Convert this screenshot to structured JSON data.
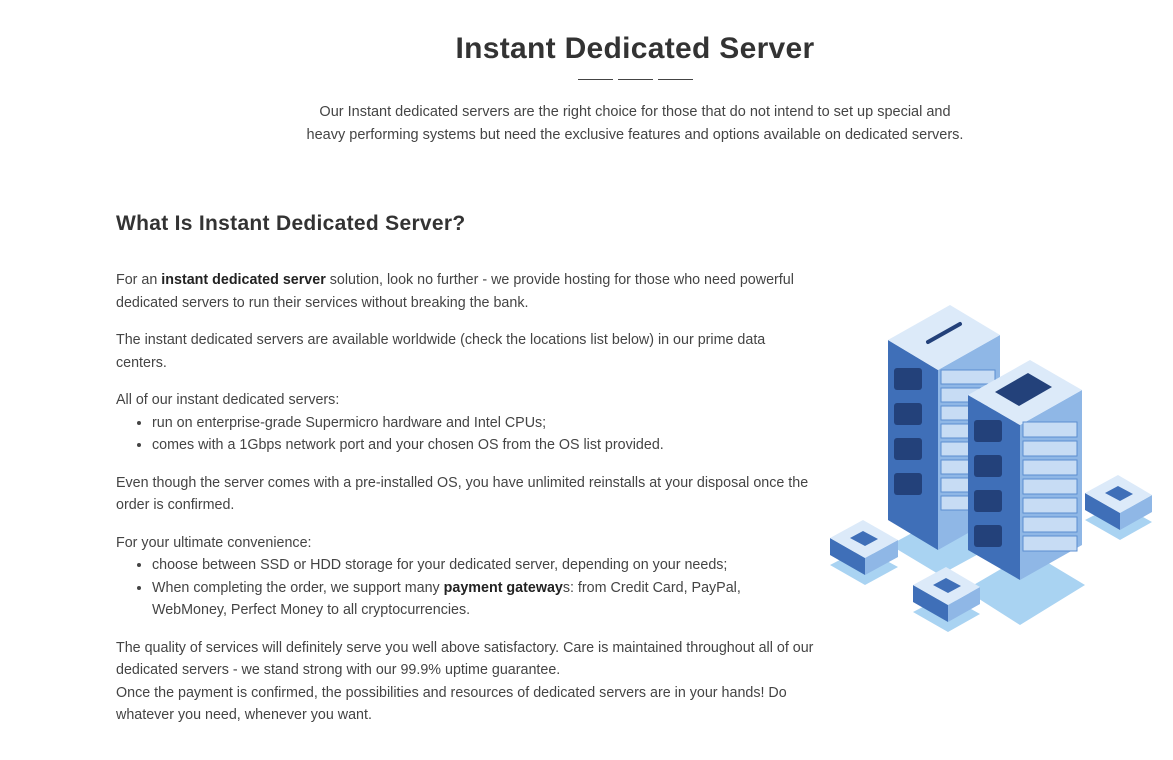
{
  "header": {
    "title": "Instant Dedicated Server",
    "intro": "Our Instant dedicated servers are the right choice for those that do not intend to set up special and heavy performing systems but need the exclusive features and options available on dedicated servers."
  },
  "section": {
    "heading": "What Is Instant Dedicated Server?",
    "p1": {
      "before": "For an ",
      "bold": "instant dedicated server",
      "after": " solution, look no further - we provide hosting for those who need powerful dedicated servers to run their services without breaking the bank."
    },
    "p2": "The instant dedicated servers are available worldwide (check the locations list below) in our prime data centers.",
    "list1_intro": "All of our instant dedicated servers:",
    "list1": [
      "run on enterprise-grade Supermicro hardware and Intel CPUs;",
      "comes with a 1Gbps network port and your chosen OS from the OS list provided."
    ],
    "p3": "Even though the server comes with a pre-installed OS, you have unlimited reinstalls at your disposal once the order is confirmed.",
    "list2_intro": "For your ultimate convenience:",
    "list2_item1": "choose between SSD or HDD storage for your dedicated server, depending on your needs;",
    "list2_item2": {
      "before": "When completing the order, we support many ",
      "bold": "payment gateway",
      "after": "s: from Credit Card, PayPal, WebMoney, Perfect Money to all cryptocurrencies."
    },
    "p4a": "The quality of services will definitely serve you well above satisfactory. Care is maintained throughout all of our dedicated servers - we stand strong with our 99.9% uptime guarantee.",
    "p4b": "Once the payment is confirmed, the possibilities and resources of dedicated servers are in your hands! Do whatever you need, whenever you want."
  },
  "colors": {
    "dark_blue": "#2b4f8c",
    "mid_blue": "#5b8ed0",
    "light_blue": "#a9cdf0",
    "base_blue": "#7fb8e8"
  }
}
